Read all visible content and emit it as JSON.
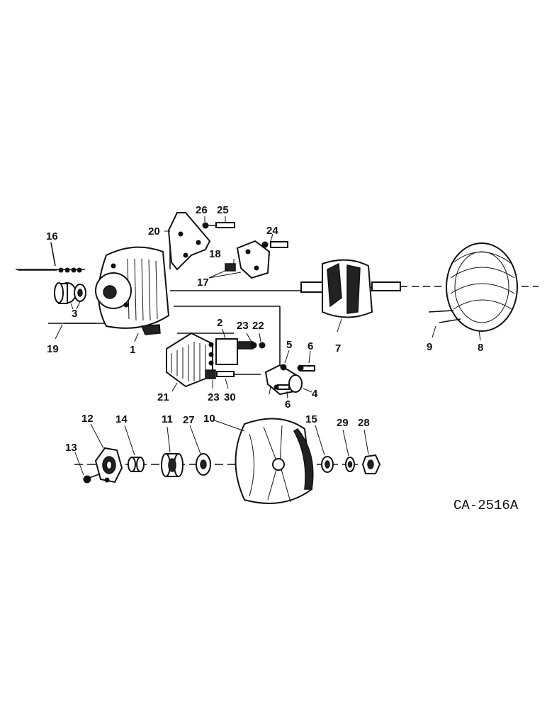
{
  "drawing_code": "CA-2516A",
  "callouts": {
    "p1": "1",
    "p2": "2",
    "p3": "3",
    "p4": "4",
    "p5": "5",
    "p6a": "6",
    "p6b": "6",
    "p7": "7",
    "p8": "8",
    "p9": "9",
    "p10": "10",
    "p11": "11",
    "p12": "12",
    "p13": "13",
    "p14": "14",
    "p15": "15",
    "p16": "16",
    "p17": "17",
    "p18": "18",
    "p19": "19",
    "p20": "20",
    "p21": "21",
    "p22": "22",
    "p23a": "23",
    "p23b": "23",
    "p24": "24",
    "p25": "25",
    "p26": "26",
    "p27": "27",
    "p28": "28",
    "p29": "29",
    "p30": "30"
  }
}
